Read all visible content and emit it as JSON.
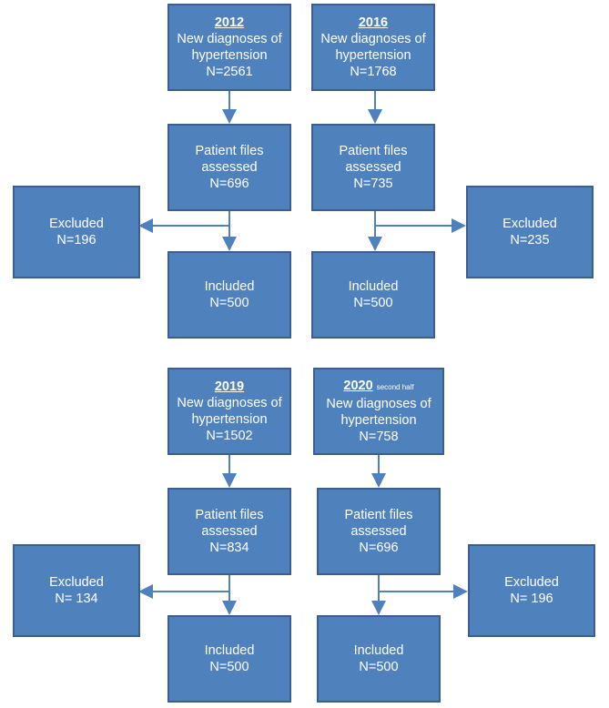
{
  "panels": [
    {
      "year": "2012",
      "year_note": "",
      "diagnosis_label_1": "New diagnoses of",
      "diagnosis_label_2": "hypertension",
      "diagnosis_n": "N=2561",
      "assessed_label_1": "Patient files",
      "assessed_label_2": "assessed",
      "assessed_n": "N=696",
      "excluded_label": "Excluded",
      "excluded_n": "N=196",
      "included_label": "Included",
      "included_n": "N=500"
    },
    {
      "year": "2016",
      "year_note": "",
      "diagnosis_label_1": "New diagnoses of",
      "diagnosis_label_2": "hypertension",
      "diagnosis_n": "N=1768",
      "assessed_label_1": "Patient files",
      "assessed_label_2": "assessed",
      "assessed_n": "N=735",
      "excluded_label": "Excluded",
      "excluded_n": "N=235",
      "included_label": "Included",
      "included_n": "N=500"
    },
    {
      "year": "2019",
      "year_note": "",
      "diagnosis_label_1": "New diagnoses of",
      "diagnosis_label_2": "hypertension",
      "diagnosis_n": "N=1502",
      "assessed_label_1": "Patient files",
      "assessed_label_2": "assessed",
      "assessed_n": "N=834",
      "excluded_label": "Excluded",
      "excluded_n": "N= 134",
      "included_label": "Included",
      "included_n": "N=500"
    },
    {
      "year": "2020",
      "year_note": "second half",
      "diagnosis_label_1": "New diagnoses of",
      "diagnosis_label_2": "hypertension",
      "diagnosis_n": "N=758",
      "assessed_label_1": "Patient files",
      "assessed_label_2": "assessed",
      "assessed_n": "N=696",
      "excluded_label": "Excluded",
      "excluded_n": "N= 196",
      "included_label": "Included",
      "included_n": "N=500"
    }
  ],
  "colors": {
    "box_fill": "#4f81bd",
    "box_border": "#3a5f8c",
    "arrow": "#4f81bd",
    "text": "#ffffff"
  }
}
